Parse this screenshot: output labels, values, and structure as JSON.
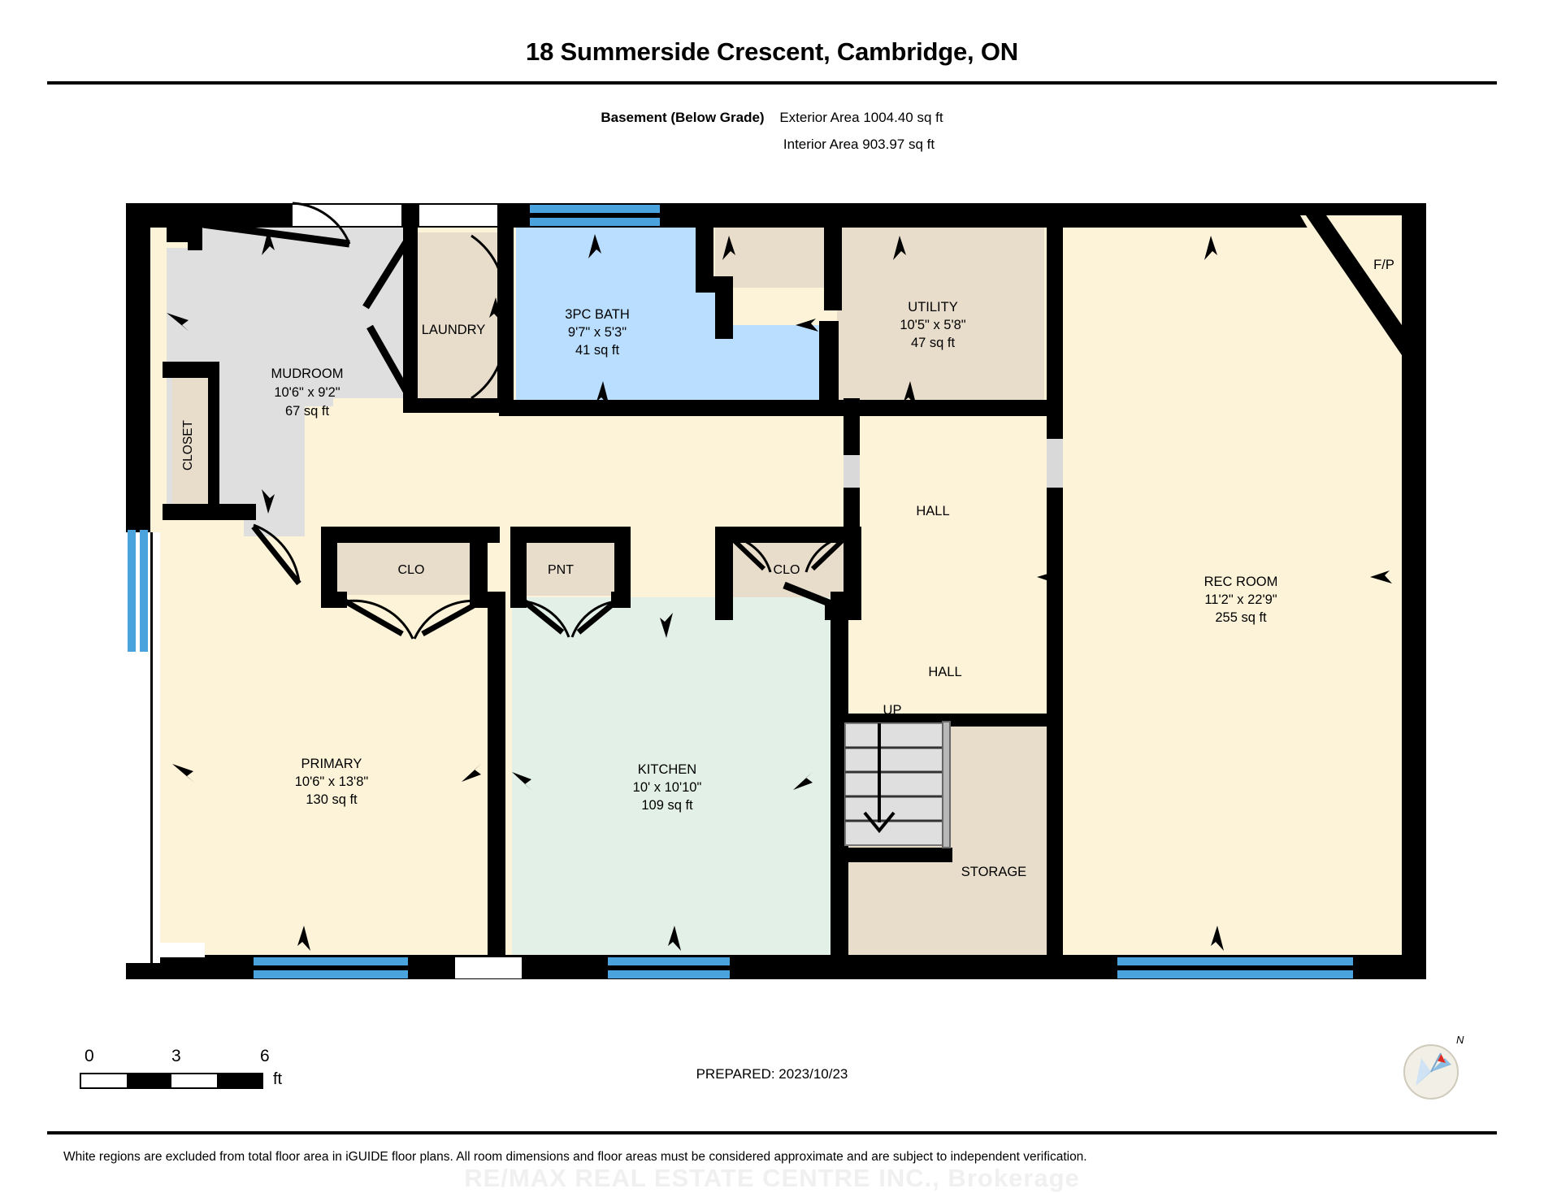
{
  "header": {
    "title": "18 Summerside Crescent, Cambridge, ON",
    "level_label": "Basement (Below Grade)",
    "exterior_area": "Exterior Area 1004.40 sq ft",
    "interior_area": "Interior Area 903.97 sq ft"
  },
  "footer": {
    "scale_0": "0",
    "scale_3": "3",
    "scale_6": "6",
    "scale_unit": "ft",
    "prepared": "PREPARED: 2023/10/23",
    "disclaimer": "White regions are excluded from total floor area in iGUIDE floor plans. All room dimensions and floor areas must be considered approximate and are subject to independent verification.",
    "watermark": "RE/MAX REAL ESTATE CENTRE INC., Brokerage",
    "compass_north": "N"
  },
  "colors": {
    "wall": "#000000",
    "cream": "#fdf3d8",
    "beige": "#e8dccb",
    "gray": "#dfdfdf",
    "blue": "#b9deff",
    "window_blue": "#4ba3dd",
    "mint": "#e2f0e7",
    "white": "#ffffff"
  },
  "rooms": [
    {
      "id": "mudroom",
      "name": "MUDROOM",
      "dims": "10'6\" x 9'2\"",
      "area": "67 sq ft",
      "fill": "#dfdfdf"
    },
    {
      "id": "closet",
      "name": "CLOSET",
      "dims": "",
      "area": "",
      "fill": "#e8dccb"
    },
    {
      "id": "laundry",
      "name": "LAUNDRY",
      "dims": "",
      "area": "",
      "fill": "#e8dccb"
    },
    {
      "id": "bath",
      "name": "3PC BATH",
      "dims": "9'7\" x 5'3\"",
      "area": "41 sq ft",
      "fill": "#b9deff"
    },
    {
      "id": "utility",
      "name": "UTILITY",
      "dims": "10'5\" x 5'8\"",
      "area": "47 sq ft",
      "fill": "#e8dccb"
    },
    {
      "id": "hall1",
      "name": "HALL",
      "dims": "",
      "area": "",
      "fill": "#fdf3d8"
    },
    {
      "id": "hall2",
      "name": "HALL",
      "dims": "",
      "area": "",
      "fill": "#fdf3d8"
    },
    {
      "id": "recroom",
      "name": "REC ROOM",
      "dims": "11'2\" x 22'9\"",
      "area": "255 sq ft",
      "fill": "#fdf3d8"
    },
    {
      "id": "fireplace",
      "name": "F/P",
      "dims": "",
      "area": "",
      "fill": "#fdf3d8"
    },
    {
      "id": "primary",
      "name": "PRIMARY",
      "dims": "10'6\" x 13'8\"",
      "area": "130 sq ft",
      "fill": "#fdf3d8"
    },
    {
      "id": "kitchen",
      "name": "KITCHEN",
      "dims": "10' x 10'10\"",
      "area": "109 sq ft",
      "fill": "#e2f0e7"
    },
    {
      "id": "clo1",
      "name": "CLO",
      "dims": "",
      "area": "",
      "fill": "#e8dccb"
    },
    {
      "id": "pnt",
      "name": "PNT",
      "dims": "",
      "area": "",
      "fill": "#e8dccb"
    },
    {
      "id": "clo2",
      "name": "CLO",
      "dims": "",
      "area": "",
      "fill": "#e8dccb"
    },
    {
      "id": "storage",
      "name": "STORAGE",
      "dims": "",
      "area": "",
      "fill": "#e8dccb"
    },
    {
      "id": "stairs",
      "name": "UP",
      "dims": "",
      "area": "",
      "fill": "#dfdfdf"
    }
  ]
}
